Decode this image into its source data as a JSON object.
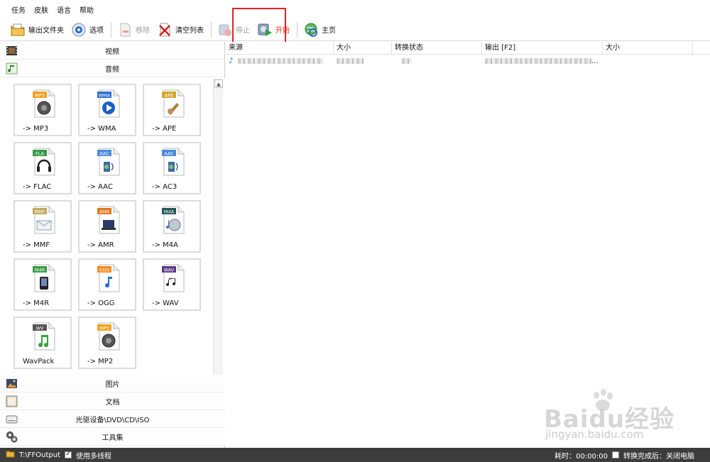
{
  "menu": {
    "items": [
      "任务",
      "皮肤",
      "语言",
      "帮助"
    ]
  },
  "toolbar": {
    "output_folder": "输出文件夹",
    "options": "选项",
    "remove": "移除",
    "clear_list": "清空列表",
    "stop": "停止",
    "start": "开始",
    "home": "主页",
    "highlight_color": "#e82020"
  },
  "categories_top": [
    {
      "label": "视频",
      "icon": "film-icon"
    },
    {
      "label": "音频",
      "icon": "music-note-icon"
    }
  ],
  "tiles": [
    {
      "label": "-> MP3",
      "badge": "MP3",
      "badge_color": "#f0a020",
      "icon": "speaker-icon"
    },
    {
      "label": "-> WMA",
      "badge": "WMA",
      "badge_color": "#2a6fd0",
      "icon": "play-disc-icon"
    },
    {
      "label": "-> APE",
      "badge": "APE",
      "badge_color": "#d0a830",
      "icon": "guitar-icon"
    },
    {
      "label": "-> FLAC",
      "badge": "FLA",
      "badge_color": "#3a9a48",
      "icon": "headphones-icon"
    },
    {
      "label": "-> AAC",
      "badge": "AAC",
      "badge_color": "#4a8ad8",
      "icon": "speaker-3d-icon"
    },
    {
      "label": "-> AC3",
      "badge": "AAC",
      "badge_color": "#4a8ad8",
      "icon": "speaker-3d-icon"
    },
    {
      "label": "-> MMF",
      "badge": "MMF",
      "badge_color": "#c4a860",
      "icon": "envelope-icon"
    },
    {
      "label": "-> AMR",
      "badge": "AMR",
      "badge_color": "#e07820",
      "icon": "laptop-icon"
    },
    {
      "label": "-> M4A",
      "badge": "M4A",
      "badge_color": "#26585a",
      "icon": "music-disc-icon"
    },
    {
      "label": "-> M4R",
      "badge": "M4R",
      "badge_color": "#3a9a48",
      "icon": "phone-icon"
    },
    {
      "label": "-> OGG",
      "badge": "OGG",
      "badge_color": "#f08a20",
      "icon": "note-icon"
    },
    {
      "label": "-> WAV",
      "badge": "WAV",
      "badge_color": "#5a3a8a",
      "icon": "notes-icon"
    },
    {
      "label": "WavPack",
      "badge": "WV",
      "badge_color": "#555555",
      "icon": "green-note-icon"
    },
    {
      "label": "-> MP2",
      "badge": "MP3",
      "badge_color": "#f0a020",
      "icon": "speaker-icon"
    }
  ],
  "categories_bottom": [
    {
      "label": "图片",
      "icon": "picture-icon"
    },
    {
      "label": "文档",
      "icon": "document-icon"
    },
    {
      "label": "光驱设备\\DVD\\CD\\ISO",
      "icon": "disc-drive-icon"
    },
    {
      "label": "工具集",
      "icon": "tools-icon"
    }
  ],
  "list": {
    "columns": [
      "来源",
      "大小",
      "转换状态",
      "输出 [F2]",
      "大小"
    ],
    "rows": [
      {
        "output_suffix": "..."
      }
    ]
  },
  "status": {
    "output_path": "T:\\FFOutput",
    "multithread": "使用多线程",
    "elapsed": "耗时：00:00:00",
    "after_done": "转换完成后：关闭电脑"
  },
  "watermark": {
    "text": "Baidu经验",
    "sub": "jingyan.baidu.com"
  }
}
